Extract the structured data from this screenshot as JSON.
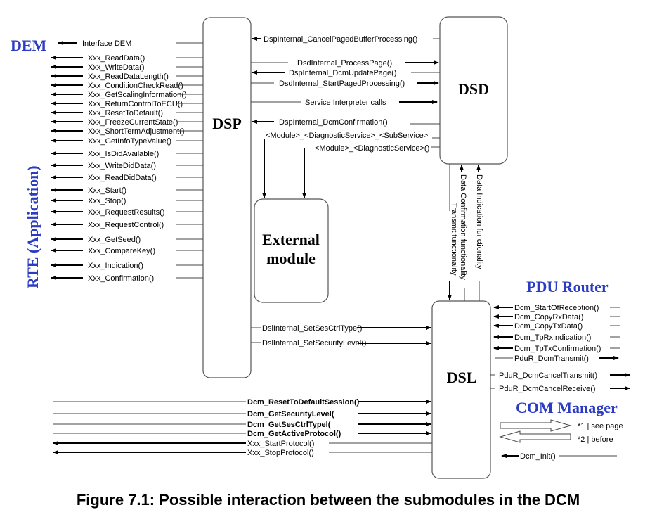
{
  "modules": {
    "dsp": "DSP",
    "dsd": "DSD",
    "dsl": "DSL",
    "external_line1": "External",
    "external_line2": "module"
  },
  "external_groups": {
    "dem": "DEM",
    "rte": "RTE (Application)",
    "pdu_router": "PDU Router",
    "com_manager": "COM Manager"
  },
  "dsp_left_calls": [
    "Interface DEM",
    "Xxx_ReadData()",
    "Xxx_WriteData()",
    "Xxx_ReadDataLength()",
    "Xxx_ConditionCheckRead()",
    "Xxx_GetScalingInformation()",
    "Xxx_ReturnControlToECU()",
    "Xxx_ResetToDefault()",
    "Xxx_FreezeCurrentState()",
    "Xxx_ShortTermAdjustment()",
    "Xxx_GetInfoTypeValue()",
    "Xxx_IsDidAvailable()",
    "Xxx_WriteDidData()",
    "Xxx_ReadDidData()",
    "Xxx_Start()",
    "Xxx_Stop()",
    "Xxx_RequestResults()",
    "Xxx_RequestControl()",
    "Xxx_GetSeed()",
    "Xxx_CompareKey()",
    "Xxx_Indication()",
    "Xxx_Confirmation()"
  ],
  "dsp_dsd_calls": [
    "DspInternal_CancelPagedBufferProcessing()",
    "DsdInternal_ProcessPage()",
    "DspInternal_DcmUpdatePage()",
    "DsdInternal_StartPagedProcessing()",
    "Service Interpreter calls",
    "DspInternal_DcmConfirmation()",
    "<Module>_<DiagnosticService>_<SubService>",
    "<Module>_<DiagnosticService>()"
  ],
  "dsd_dsl_calls": [
    "Transmit functionality",
    "Data Confirmation functionality",
    "Data Indication functionality"
  ],
  "dsp_dsl_calls": [
    "DslInternal_SetSesCtrlType()",
    "DslInternal_SetSecurityLevel()"
  ],
  "rte_dsl_calls": [
    "Dcm_ResetToDefaultSession()",
    "Dcm_GetSecurityLevel(",
    "Dcm_GetSesCtrlTypel(",
    "Dcm_GetActiveProtocol()",
    "Xxx_StartProtocol()",
    "Xxx_StopProtocol()"
  ],
  "pdur_calls": [
    "Dcm_StartOfReception()",
    "Dcm_CopyRxData()",
    "Dcm_CopyTxData()",
    "Dcm_TpRxIndication()",
    "Dcm_TpTxConfirmation()",
    "PduR_DcmTransmit()",
    "PduR_DcmCancelTransmit()",
    "PduR_DcmCancelReceive()"
  ],
  "com_manager_notes": {
    "note1": "*1 | see page",
    "note2": "*2 | before",
    "init_call": "Dcm_Init()"
  },
  "caption": "Figure 7.1: Possible interaction between the submodules in the DCM"
}
